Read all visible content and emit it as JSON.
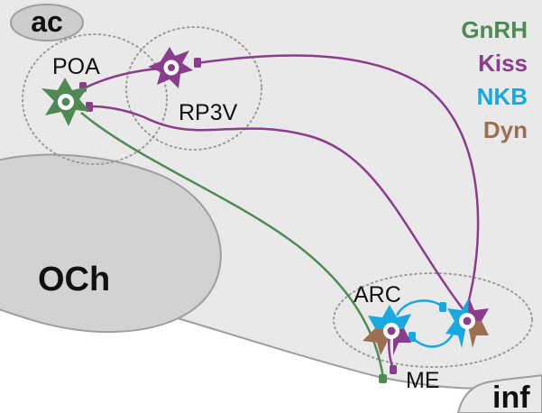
{
  "labels": {
    "ac": "ac",
    "poa": "POA",
    "rp3v": "RP3V",
    "och": "OCh",
    "arc": "ARC",
    "me": "ME",
    "inf": "inf"
  },
  "legend": [
    {
      "name": "GnRH",
      "color": "#4f8a55"
    },
    {
      "name": "Kiss",
      "color": "#8a3d8c"
    },
    {
      "name": "NKB",
      "color": "#18a8e0"
    },
    {
      "name": "Dyn",
      "color": "#9b7052"
    }
  ],
  "colors": {
    "brain_tissue": "#e9e9e9",
    "chiasm": "#d2d2d2",
    "outline": "#9e9e9e",
    "region_dots": "#999999",
    "gnrh": "#4f8a55",
    "kiss": "#8a3d8c",
    "nkb": "#18a8e0",
    "dyn": "#9b7052"
  }
}
